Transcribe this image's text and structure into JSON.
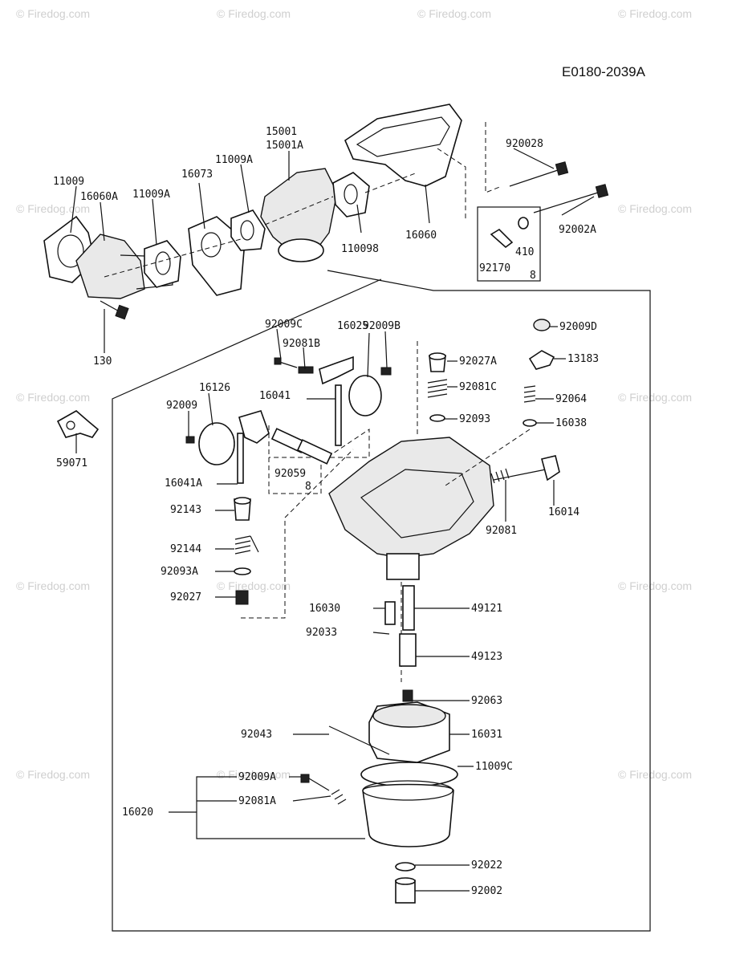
{
  "diagram_id": "E0180-2039A",
  "watermark_text": "© Firedog.com",
  "labels": {
    "l15001": "15001",
    "l15001A": "15001A",
    "l11009A_top": "11009A",
    "l16073": "16073",
    "l11009A": "11009A",
    "l11009": "11009",
    "l16060A": "16060A",
    "l110098": "110098",
    "l16060": "16060",
    "l920028": "920028",
    "l92002A": "92002A",
    "l410": "410",
    "l92170": "92170",
    "l8_box": "8",
    "l130": "130",
    "l59071": "59071",
    "l92009B": "92009B",
    "l92009C": "92009C",
    "l16025": "16025",
    "l92081B": "92081B",
    "l16126": "16126",
    "l92009": "92009",
    "l16041": "16041",
    "l92059": "92059",
    "l8_rod": "8",
    "l16041A": "16041A",
    "l92143": "92143",
    "l92144": "92144",
    "l92093A": "92093A",
    "l92027": "92027",
    "l92009D": "92009D",
    "l13183": "13183",
    "l92027A": "92027A",
    "l92081C": "92081C",
    "l92064": "92064",
    "l92093": "92093",
    "l16038": "16038",
    "l16014": "16014",
    "l92081": "92081",
    "l16030": "16030",
    "l49121": "49121",
    "l92033": "92033",
    "l49123": "49123",
    "l92063": "92063",
    "l92043": "92043",
    "l16031": "16031",
    "l11009C": "11009C",
    "l92009A": "92009A",
    "l92081A": "92081A",
    "l16020": "16020",
    "l92022": "92022",
    "l92002": "92002"
  }
}
